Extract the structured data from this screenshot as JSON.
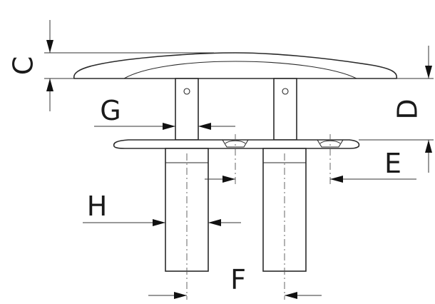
{
  "diagram": {
    "dimension_labels": {
      "c": "C",
      "d": "D",
      "e": "E",
      "f": "F",
      "g": "G",
      "h": "H"
    }
  }
}
